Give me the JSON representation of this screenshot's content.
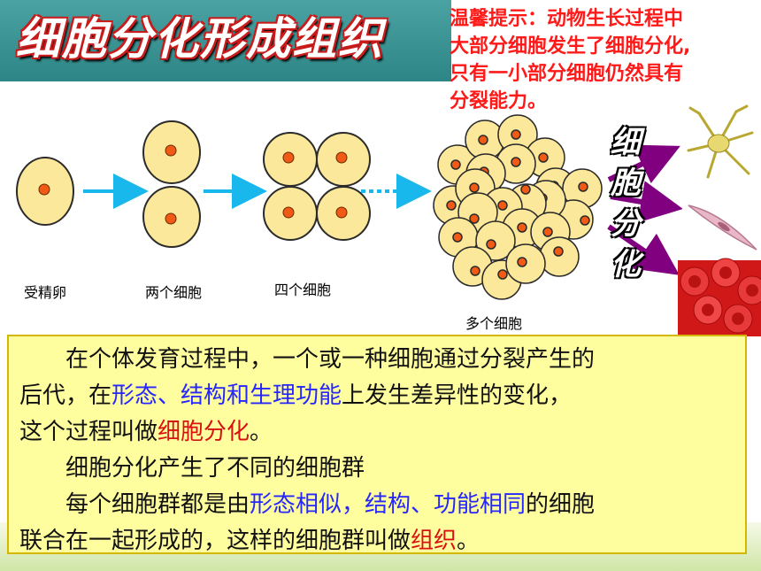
{
  "title": "细胞分化形成组织",
  "hint": {
    "lines": [
      "温馨提示：动物生长过程中",
      "大部分细胞发生了细胞分化,",
      "只有一小部分细胞仍然具有",
      "分裂能力。"
    ]
  },
  "diagram": {
    "labels": {
      "fertilized_egg": "受精卵",
      "two_cells": "两个细胞",
      "four_cells": "四个细胞",
      "many_cells": "多个细胞"
    },
    "vertical_label": [
      "细",
      "胞",
      "分",
      "化"
    ],
    "colors": {
      "cell_fill": "#fbe89a",
      "cell_stroke": "#2b2b2b",
      "nucleus": "#f05a14",
      "arrow": "#19b8ec",
      "diff_arrow": "#800080"
    },
    "images": [
      "nerve-cell-image",
      "muscle-cell-image",
      "red-blood-cell-image"
    ]
  },
  "paragraphs": {
    "p1_a": "在个体发育过程中，一个或一种细胞通过分裂产生的",
    "p1_b": "后代，在",
    "p1_b_blue": "形态、结构和生理功能",
    "p1_b_end": "上发生差异性的变化，",
    "p1_c": "这个过程叫做",
    "p1_c_red": "细胞分化",
    "p1_c_end": "。",
    "p2": "细胞分化产生了不同的细胞群",
    "p3_a": "每个细胞群都是由",
    "p3_a_blue": "形态相似，结构、功能相同",
    "p3_a_end": "的细胞",
    "p3_b": "联合在一起形成的，这样的细胞群叫做",
    "p3_b_red": "组织",
    "p3_b_end": "。"
  }
}
